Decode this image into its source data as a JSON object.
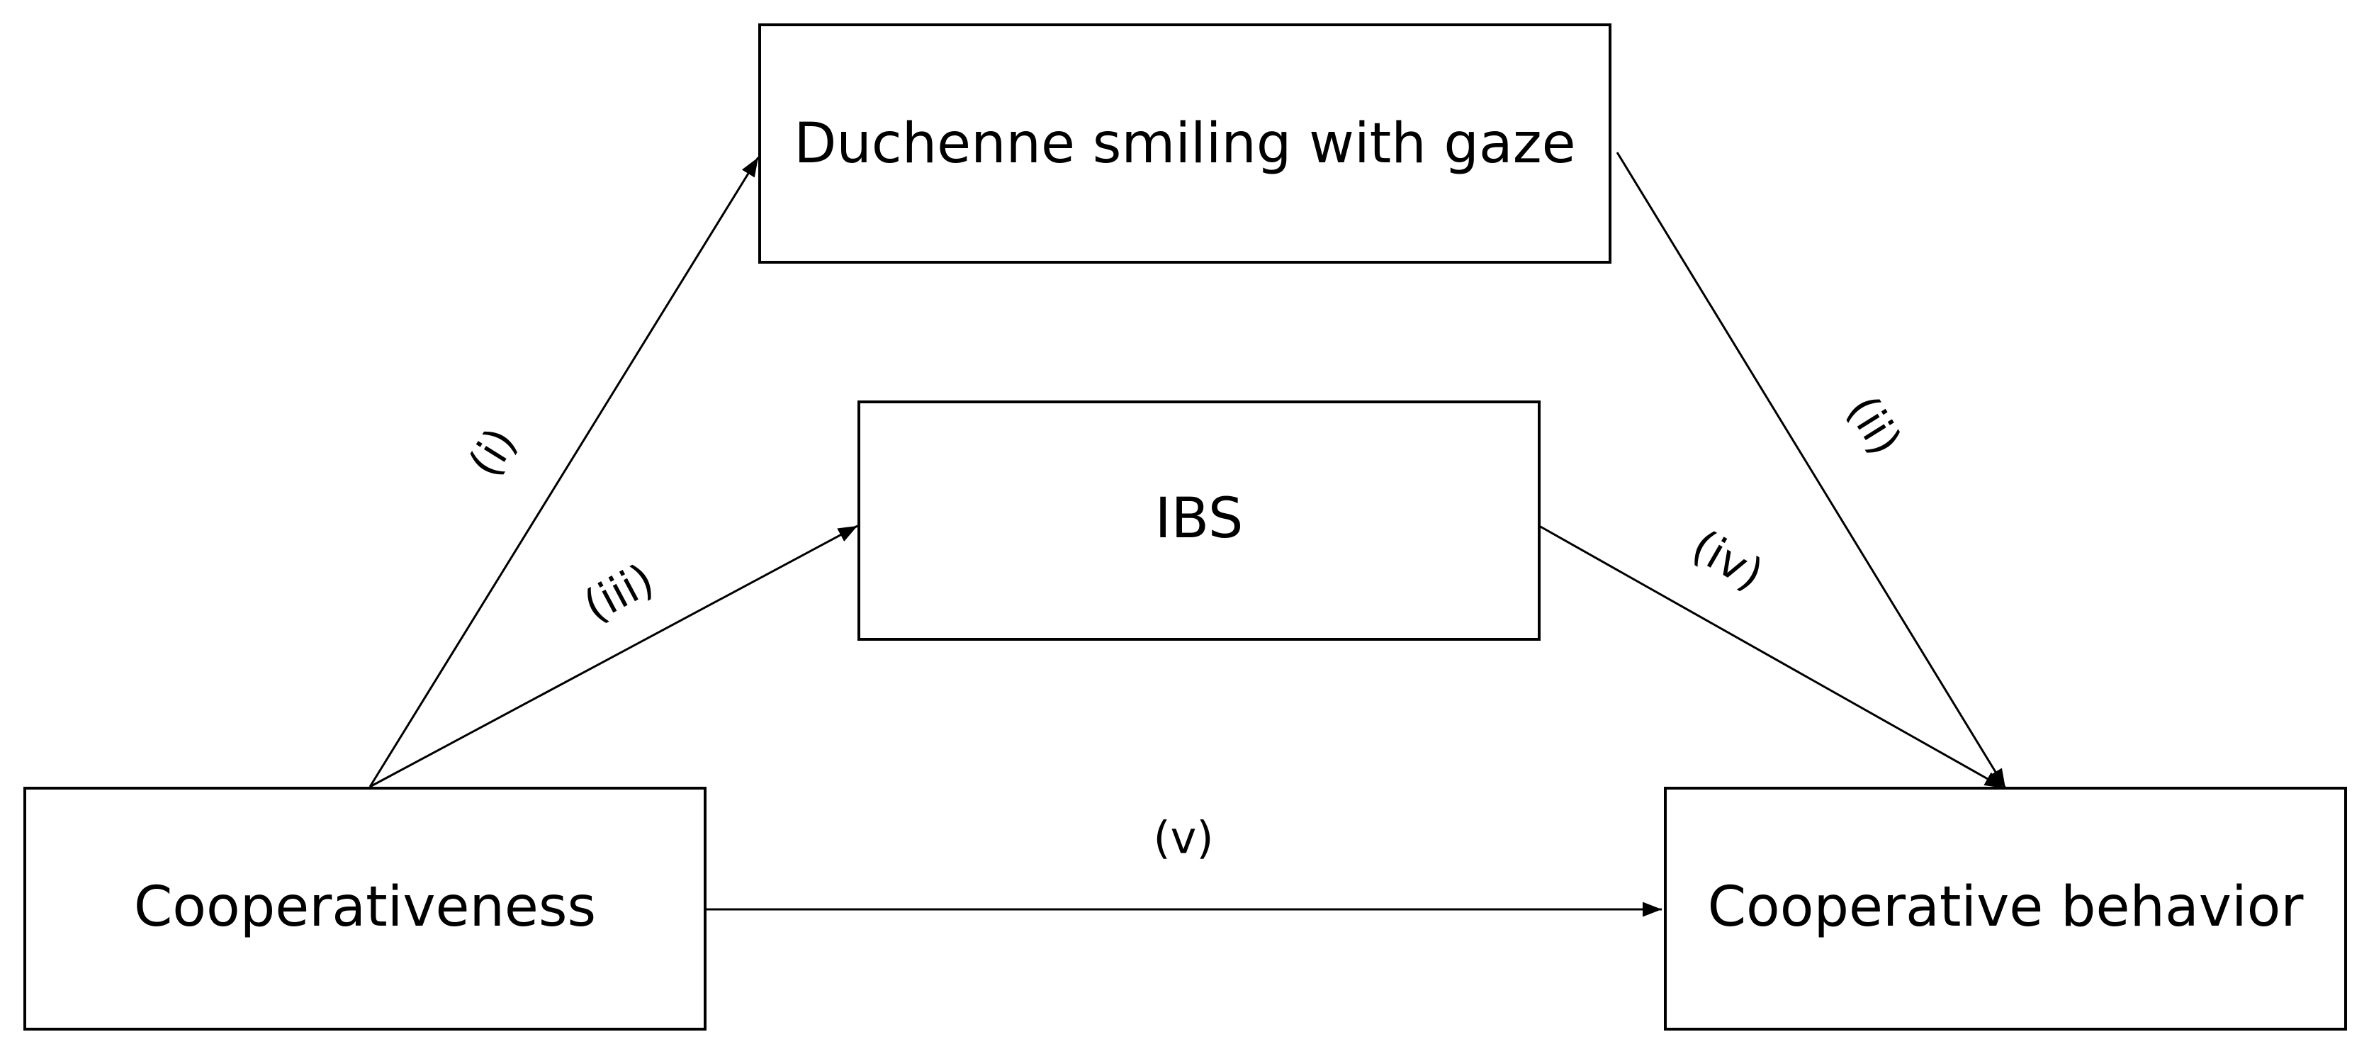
{
  "nodes": {
    "duchenne": {
      "label": "Duchenne smiling with gaze"
    },
    "ibs": {
      "label": "IBS"
    },
    "cooperativeness": {
      "label": "Cooperativeness"
    },
    "behavior": {
      "label": "Cooperative behavior"
    }
  },
  "edges": {
    "i": {
      "label": "(i)",
      "from": "cooperativeness",
      "to": "duchenne"
    },
    "ii": {
      "label": "(ii)",
      "from": "duchenne",
      "to": "behavior"
    },
    "iii": {
      "label": "(iii)",
      "from": "cooperativeness",
      "to": "ibs"
    },
    "iv": {
      "label": "(iv)",
      "from": "ibs",
      "to": "behavior"
    },
    "v": {
      "label": "(v)",
      "from": "cooperativeness",
      "to": "behavior"
    }
  },
  "colors": {
    "stroke": "#000000",
    "background": "#ffffff"
  }
}
